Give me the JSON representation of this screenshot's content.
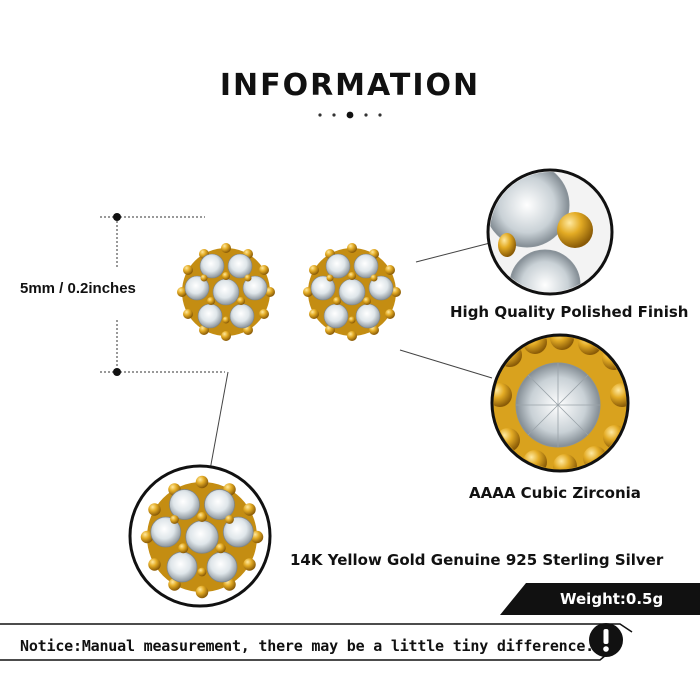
{
  "header": {
    "title": "INFORMATION"
  },
  "dimension": {
    "label": "5mm / 0.2inches"
  },
  "features": {
    "finish": "High Quality Polished Finish",
    "stone": "AAAA Cubic Zirconia",
    "material": "14K Yellow Gold Genuine 925 Sterling Silver"
  },
  "weight": {
    "label": "Weight:0.5g"
  },
  "notice": {
    "text": "Notice:Manual measurement, there may be a little tiny difference."
  },
  "colors": {
    "gold": "#d9a21e",
    "dark": "#111111",
    "crystal": "#e8eef2"
  }
}
